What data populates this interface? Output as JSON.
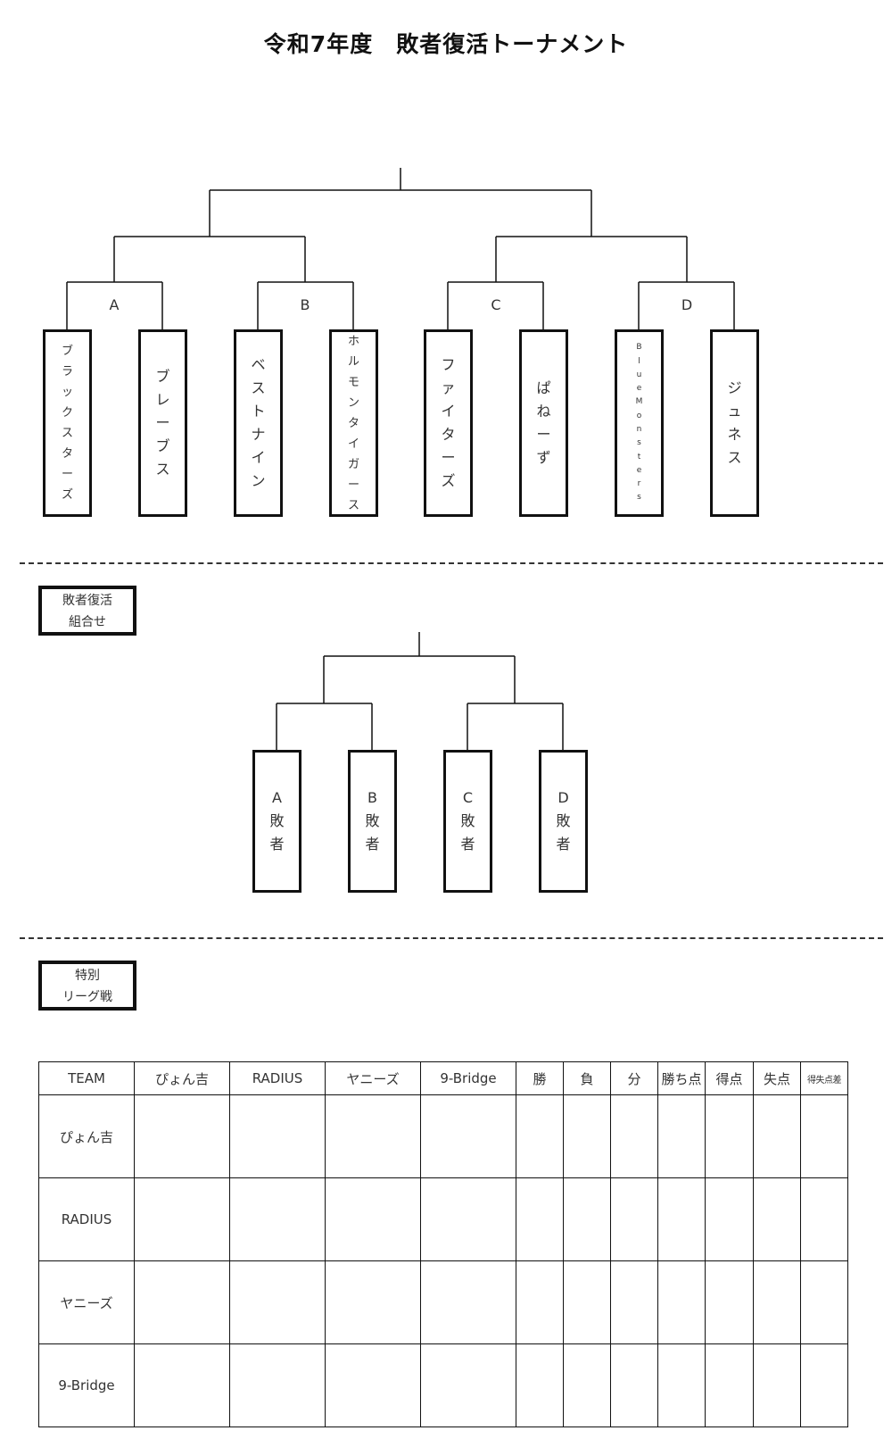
{
  "title": "令和7年度　敗者復活トーナメント",
  "bracket1": {
    "groups": [
      "A",
      "B",
      "C",
      "D"
    ],
    "teams": [
      {
        "chars": [
          "ブ",
          "ラ",
          "ッ",
          "ク",
          "ス",
          "タ",
          "ー",
          "ズ"
        ]
      },
      {
        "chars": [
          "ブ",
          "レ",
          "ー",
          "ブ",
          "ス"
        ]
      },
      {
        "chars": [
          "ベ",
          "ス",
          "ト",
          "ナ",
          "イ",
          "ン"
        ]
      },
      {
        "chars": [
          "ホ",
          "ル",
          "モ",
          "ン",
          "タ",
          "イ",
          "ガ",
          "ー",
          "ス"
        ]
      },
      {
        "chars": [
          "フ",
          "ァ",
          "イ",
          "タ",
          "ー",
          "ズ"
        ]
      },
      {
        "chars": [
          "ぱ",
          "ね",
          "ー",
          "ず"
        ]
      },
      {
        "chars": [
          "B",
          "l",
          "u",
          "e",
          "M",
          "o",
          "n",
          "s",
          "t",
          "e",
          "r",
          "s"
        ]
      },
      {
        "chars": [
          "ジ",
          "ュ",
          "ネ",
          "ス"
        ]
      }
    ]
  },
  "repechage": {
    "box_label_line1": "敗者復活",
    "box_label_line2": "組合せ",
    "entries": [
      {
        "chars": [
          "A",
          "敗",
          "者"
        ]
      },
      {
        "chars": [
          "B",
          "敗",
          "者"
        ]
      },
      {
        "chars": [
          "C",
          "敗",
          "者"
        ]
      },
      {
        "chars": [
          "D",
          "敗",
          "者"
        ]
      }
    ]
  },
  "league": {
    "box_label_line1": "特別",
    "box_label_line2": "リーグ戦",
    "headers": [
      "TEAM",
      "ぴょん吉",
      "RADIUS",
      "ヤニーズ",
      "9-Bridge",
      "勝",
      "負",
      "分",
      "勝ち点",
      "得点",
      "失点",
      "得失点差"
    ],
    "rows": [
      "ぴょん吉",
      "RADIUS",
      "ヤニーズ",
      "9-Bridge"
    ]
  }
}
